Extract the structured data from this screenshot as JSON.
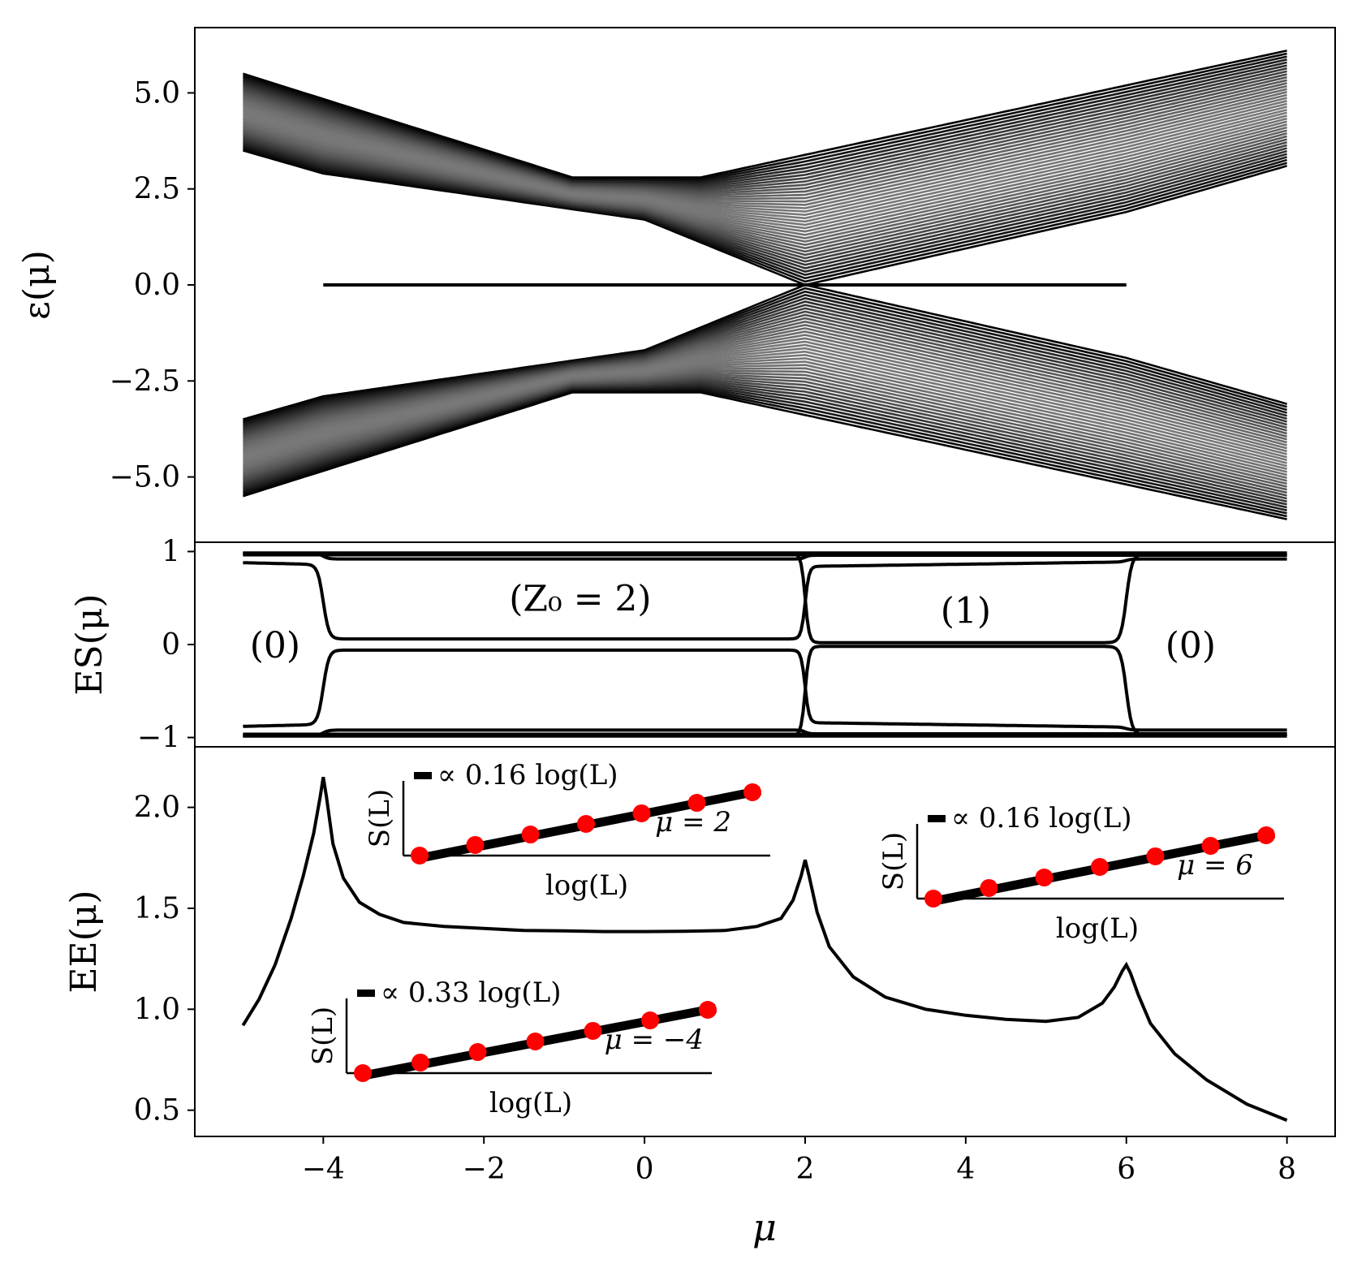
{
  "chart_data": [
    {
      "type": "line",
      "panel": "energy-spectrum",
      "ylabel": "ε(μ)",
      "xlabel": "",
      "xlim": [
        -5.6,
        8.6
      ],
      "ylim": [
        -6.7,
        6.7
      ],
      "yticks": [
        5.0,
        2.5,
        0.0,
        -2.5,
        -5.0
      ],
      "ytick_labels": [
        "5.0",
        "2.5",
        "0.0",
        "−2.5",
        "−5.0"
      ],
      "x_range": [
        -5,
        8
      ],
      "band_count": 40,
      "band_edges": {
        "outer_top": {
          "x": [
            -5,
            -0.9,
            0.7,
            8
          ],
          "y": [
            5.5,
            2.8,
            2.8,
            6.1
          ]
        },
        "outer_bottom": {
          "x": [
            -5,
            -0.9,
            0.7,
            8
          ],
          "y": [
            -5.5,
            -2.8,
            -2.8,
            -6.1
          ]
        },
        "inner_top": {
          "x": [
            -5,
            -4,
            0,
            2,
            6,
            8
          ],
          "y": [
            3.5,
            2.9,
            1.7,
            0.0,
            1.9,
            3.1
          ]
        },
        "inner_bottom": {
          "x": [
            -5,
            -4,
            0,
            2,
            6,
            8
          ],
          "y": [
            -3.5,
            -2.9,
            -1.7,
            0.0,
            -1.9,
            -3.1
          ]
        }
      },
      "zero_mode": {
        "x": [
          -4,
          6
        ],
        "y": 0.0
      },
      "grid": false
    },
    {
      "type": "line",
      "panel": "entanglement-spectrum",
      "ylabel": "ES(μ)",
      "xlabel": "",
      "xlim": [
        -5.6,
        8.6
      ],
      "ylim": [
        -1.1,
        1.1
      ],
      "yticks": [
        1,
        0,
        -1
      ],
      "ytick_labels": [
        "1",
        "0",
        "−1"
      ],
      "transitions": [
        -4,
        2,
        6
      ],
      "annotations": [
        {
          "text": "(0)",
          "x": -4.6,
          "y": 0.0
        },
        {
          "text": "(Z₀ = 2)",
          "x": -0.8,
          "y": 0.5
        },
        {
          "text": "(1)",
          "x": 4.0,
          "y": 0.37
        },
        {
          "text": "(0)",
          "x": 6.8,
          "y": 0.0
        }
      ],
      "grid": false
    },
    {
      "type": "line",
      "panel": "entanglement-entropy",
      "ylabel": "EE(μ)",
      "xlabel": "μ",
      "xlim": [
        -5.6,
        8.6
      ],
      "ylim": [
        0.37,
        2.3
      ],
      "yticks": [
        2.0,
        1.5,
        1.0,
        0.5
      ],
      "ytick_labels": [
        "2.0",
        "1.5",
        "1.0",
        "0.5"
      ],
      "xticks": [
        -4,
        -2,
        0,
        2,
        4,
        6,
        8
      ],
      "xtick_labels": [
        "−4",
        "−2",
        "0",
        "2",
        "4",
        "6",
        "8"
      ],
      "series": [
        {
          "x": [
            -5.0,
            -4.8,
            -4.6,
            -4.4,
            -4.25,
            -4.12,
            -4.04,
            -4.0,
            -3.96,
            -3.88,
            -3.75,
            -3.55,
            -3.3,
            -3.0,
            -2.5,
            -2.0,
            -1.5,
            -1.0,
            -0.5,
            0.0,
            0.5,
            1.0,
            1.4,
            1.7,
            1.85,
            1.95,
            2.0,
            2.05,
            2.15,
            2.3,
            2.6,
            3.0,
            3.5,
            4.0,
            4.5,
            5.0,
            5.4,
            5.7,
            5.85,
            5.95,
            6.0,
            6.05,
            6.15,
            6.3,
            6.6,
            7.0,
            7.5,
            8.0
          ],
          "y": [
            0.92,
            1.05,
            1.22,
            1.45,
            1.66,
            1.87,
            2.05,
            2.15,
            2.05,
            1.82,
            1.65,
            1.53,
            1.47,
            1.43,
            1.41,
            1.4,
            1.39,
            1.388,
            1.385,
            1.385,
            1.386,
            1.39,
            1.41,
            1.45,
            1.54,
            1.66,
            1.74,
            1.66,
            1.48,
            1.31,
            1.16,
            1.06,
            1.0,
            0.97,
            0.95,
            0.94,
            0.96,
            1.03,
            1.11,
            1.19,
            1.22,
            1.18,
            1.07,
            0.93,
            0.78,
            0.65,
            0.53,
            0.45
          ]
        }
      ],
      "insets": [
        {
          "legend": "∝ 0.33 log(L)",
          "ylabel": "S(L)",
          "xlabel": "log(L)",
          "mu_label": "μ = −4",
          "points": [
            0.0,
            0.167,
            0.333,
            0.5,
            0.667,
            0.833,
            1.0
          ],
          "fit_slope": 0.33
        },
        {
          "legend": "∝ 0.16 log(L)",
          "ylabel": "S(L)",
          "xlabel": "log(L)",
          "mu_label": "μ = 2",
          "points": [
            0.0,
            0.167,
            0.333,
            0.5,
            0.667,
            0.833,
            1.0
          ],
          "fit_slope": 0.16
        },
        {
          "legend": "∝ 0.16 log(L)",
          "ylabel": "S(L)",
          "xlabel": "log(L)",
          "mu_label": "μ = 6",
          "points": [
            0.0,
            0.167,
            0.333,
            0.5,
            0.667,
            0.833,
            1.0
          ],
          "fit_slope": 0.16
        }
      ],
      "grid": false
    }
  ]
}
